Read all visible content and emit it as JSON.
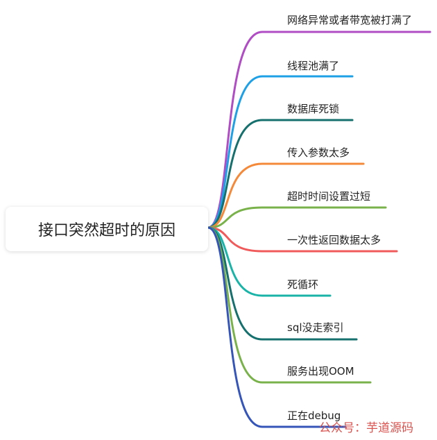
{
  "root": {
    "label": "接口突然超时的原因"
  },
  "branches": [
    {
      "label": "网络异常或者带宽被打满了",
      "color": "#b04cc4"
    },
    {
      "label": "线程池满了",
      "color": "#1ea0e6"
    },
    {
      "label": "数据库死锁",
      "color": "#15706e"
    },
    {
      "label": "传入参数太多",
      "color": "#f5893a"
    },
    {
      "label": "超时时间设置过短",
      "color": "#79b24a"
    },
    {
      "label": "一次性返回数据太多",
      "color": "#f05a5a"
    },
    {
      "label": "死循环",
      "color": "#1ab3a8"
    },
    {
      "label": "sql没走索引",
      "color": "#15706e"
    },
    {
      "label": "服务出现OOM",
      "color": "#79b24a"
    },
    {
      "label": "正在debug",
      "color": "#3556b8"
    }
  ],
  "watermark": {
    "text": "公众号：芋道源码"
  }
}
